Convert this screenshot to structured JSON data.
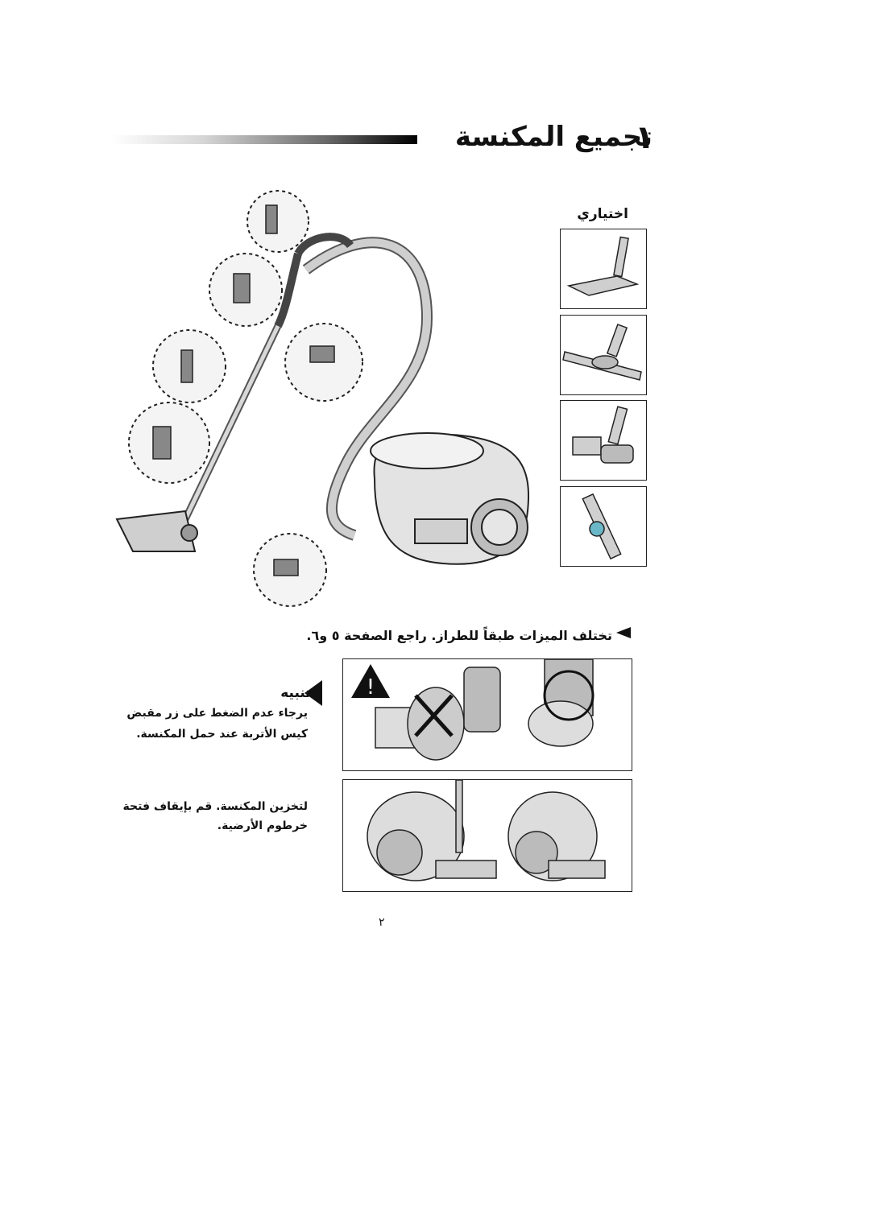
{
  "section": {
    "number": "١",
    "title": "تجميع المكنسة"
  },
  "accessories": {
    "label": "اختياري",
    "items": [
      {
        "icon": "turbo-floor-brush-icon"
      },
      {
        "icon": "parquet-brush-icon"
      },
      {
        "icon": "mini-turbo-brush-icon"
      },
      {
        "icon": "hose-adapter-icon"
      }
    ]
  },
  "note": {
    "text": "تختلف الميزات طبقاً للطراز. راجع الصفحة ٥ و٦."
  },
  "caution": {
    "label": "تنبيه",
    "text_line1": "يرجاء عدم الضغط على زر مقبض",
    "text_line2": "كيس الأتربة عند حمل المكنسة.",
    "store_line1": "لتخزين المكنسة. قم بإيقاف فتحة",
    "store_line2": "خرطوم الأرضية."
  },
  "page": {
    "number": "٢"
  }
}
